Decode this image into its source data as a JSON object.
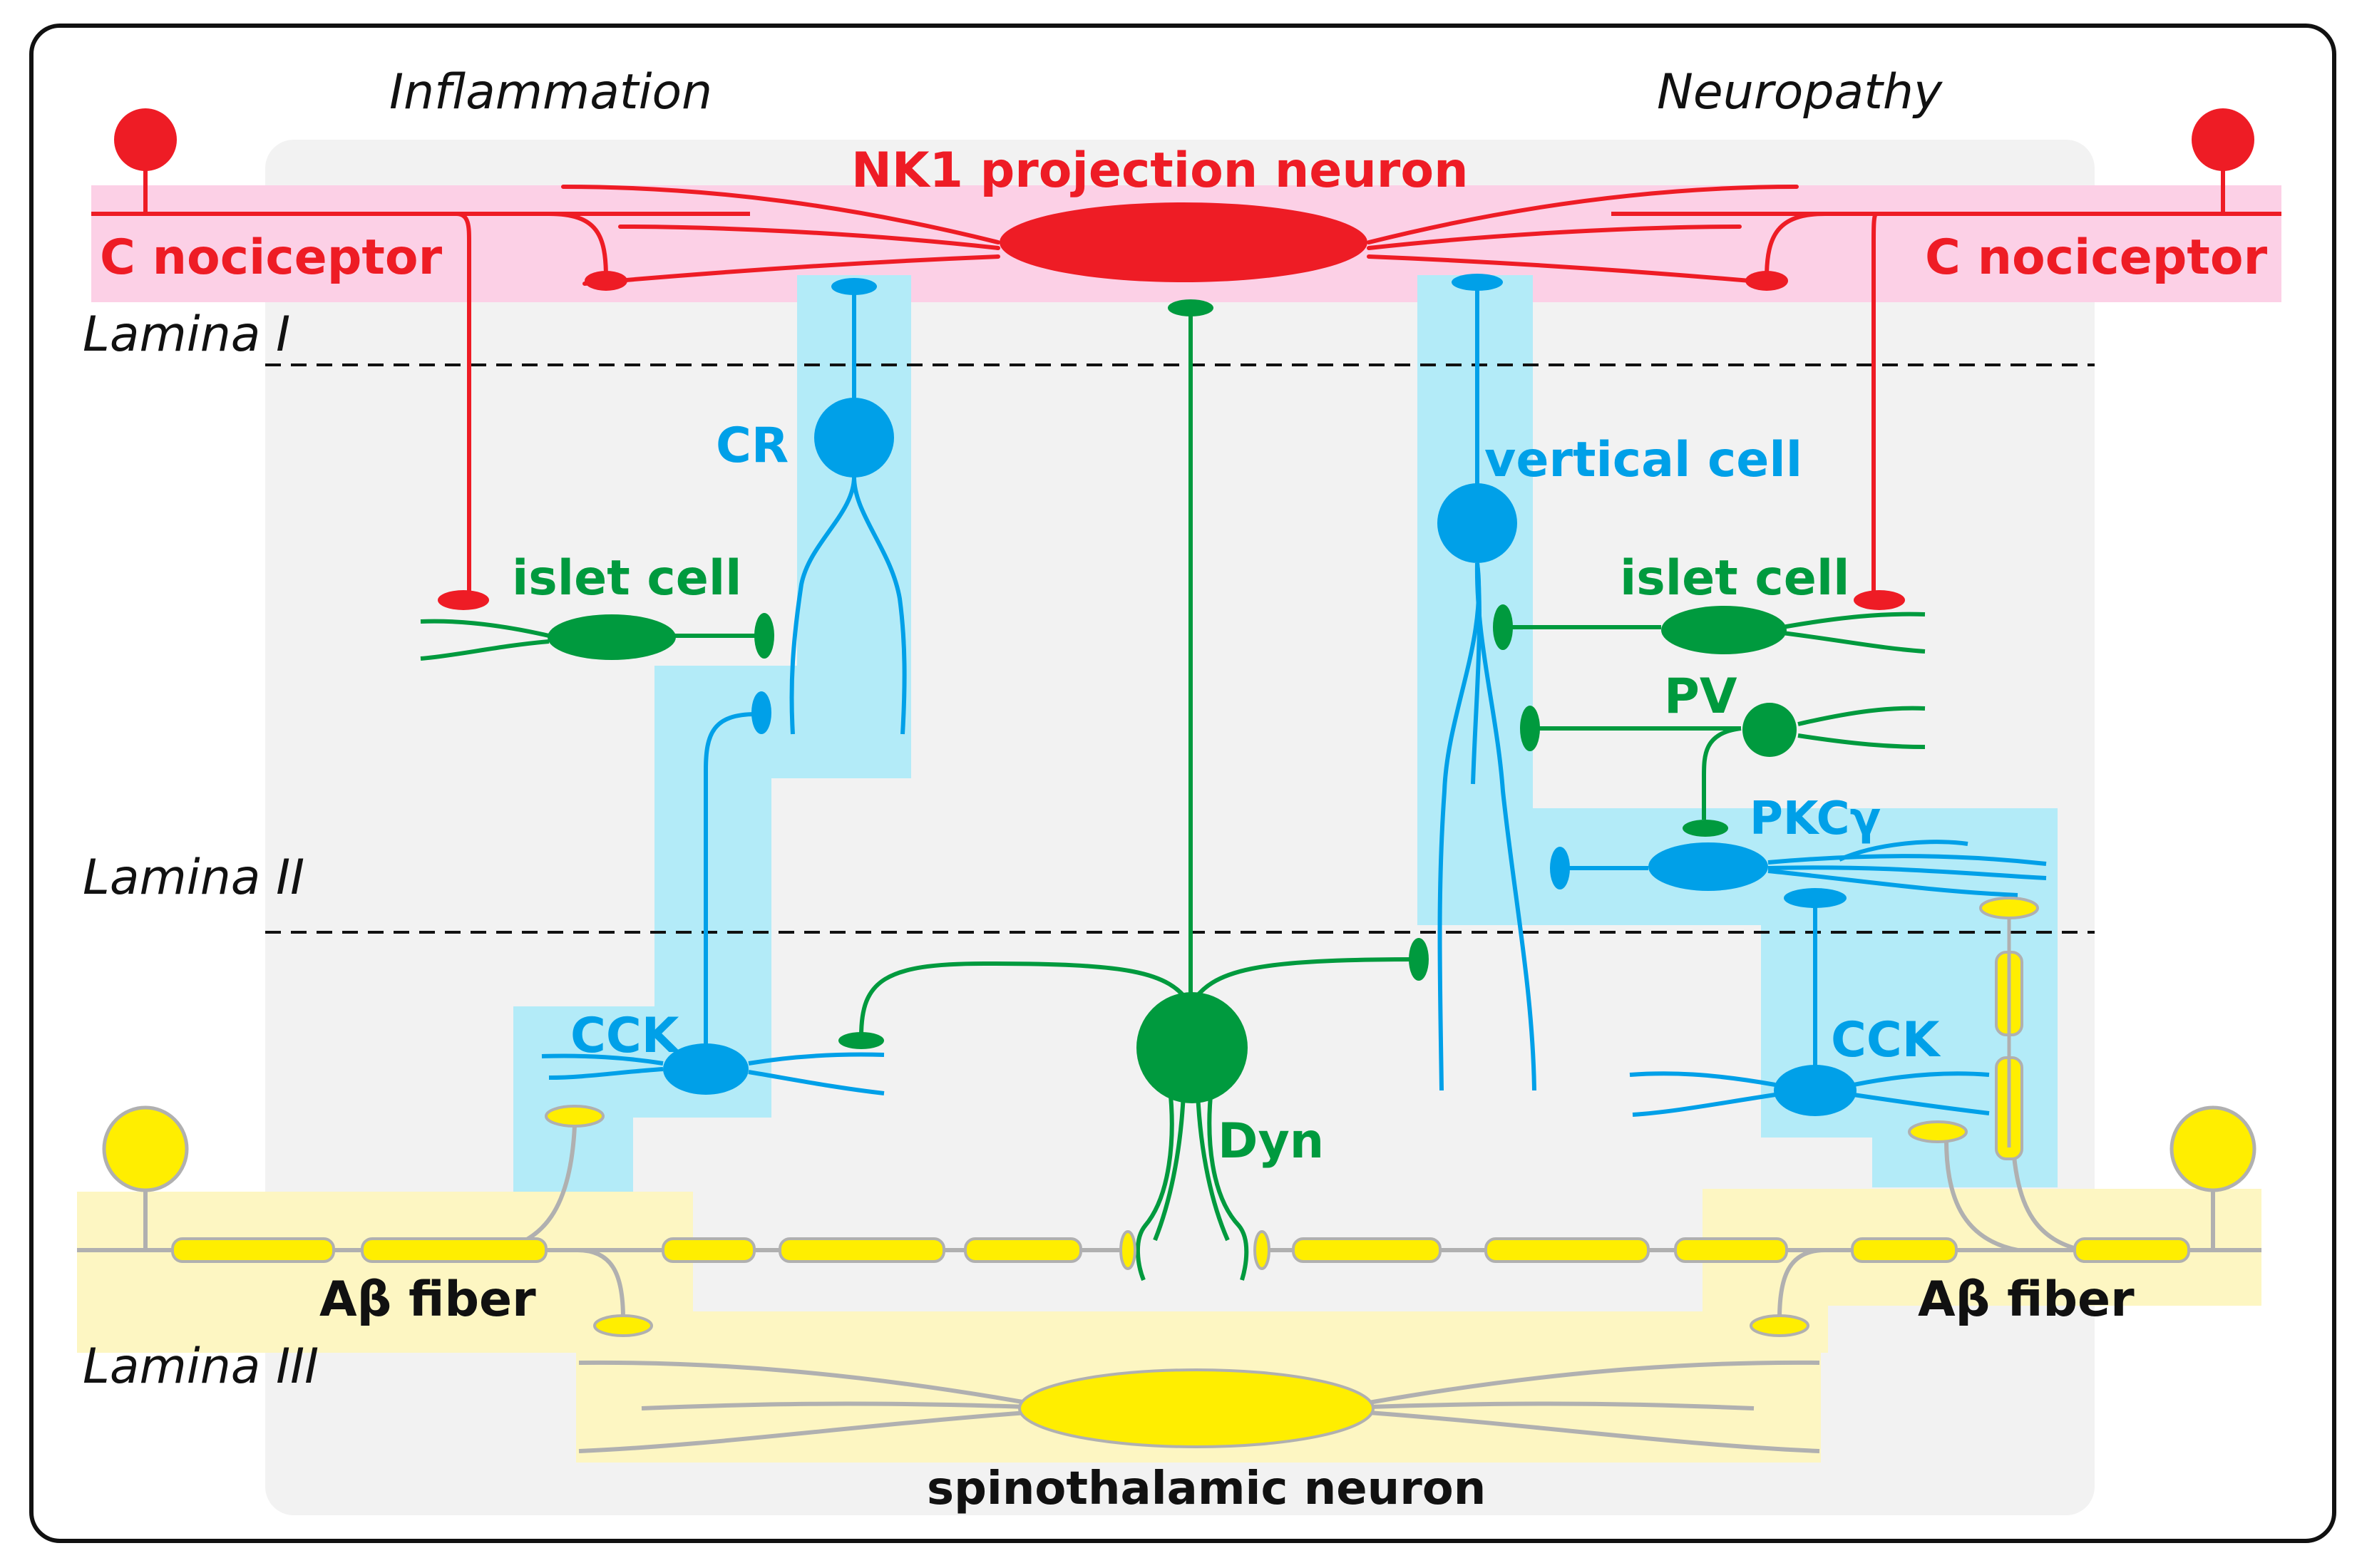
{
  "headings": {
    "inflammation": "Inflammation",
    "neuropathy": "Neuropathy"
  },
  "laminae": {
    "lamina_1": "Lamina I",
    "lamina_2": "Lamina II",
    "lamina_3": "Lamina III"
  },
  "cells": {
    "nk1": "NK1 projection neuron",
    "c_nociceptor_left": "C nociceptor",
    "c_nociceptor_right": "C nociceptor",
    "cr": "CR",
    "vertical_cell": "vertical cell",
    "islet_cell_left": "islet cell",
    "islet_cell_right": "islet cell",
    "pv": "PV",
    "pkcg": "PKCγ",
    "cck_left": "CCK",
    "cck_right": "CCK",
    "dyn": "Dyn",
    "ab_fiber_left": "Aβ fiber",
    "ab_fiber_right": "Aβ fiber",
    "spinothalamic": "spinothalamic neuron"
  },
  "colors": {
    "red": "#ee1c25",
    "green": "#009a3e",
    "blue": "#00a0e8",
    "yellow": "#ffee00",
    "pink_band": "#fcd0e6",
    "blue_band": "#b3ebf8",
    "yellow_band": "#fdf6c2",
    "gray_bg": "#f2f2f2",
    "gray_axon": "#b0b0b0"
  }
}
